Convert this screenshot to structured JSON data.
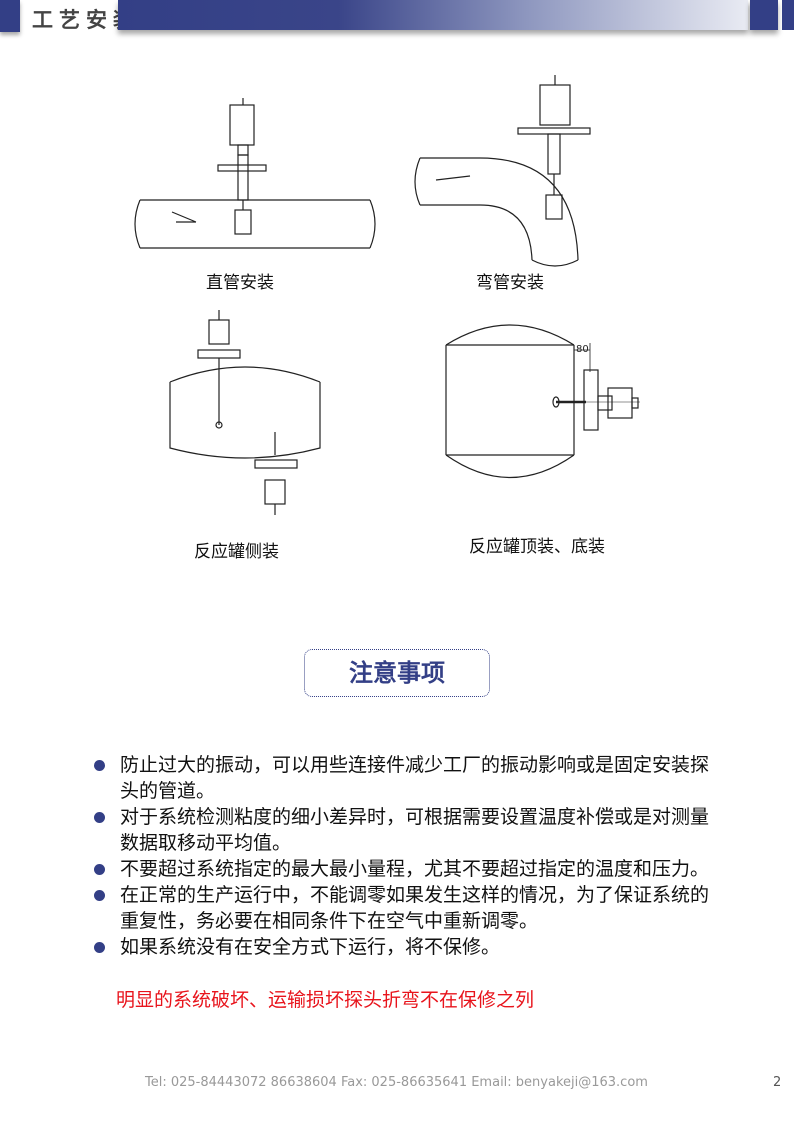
{
  "header": {
    "title": "工艺安装"
  },
  "figures": [
    {
      "caption": "直管安装"
    },
    {
      "caption": "弯管安装"
    },
    {
      "caption": "反应罐侧装"
    },
    {
      "caption": "反应罐顶装、底装",
      "dimension": "80"
    }
  ],
  "notice": {
    "title": "注意事项"
  },
  "items": [
    "防止过大的振动，可以用些连接件减少工厂的振动影响或是固定安装探头的管道。",
    "对于系统检测粘度的细小差异时，可根据需要设置温度补偿或是对测量数据取移动平均值。",
    "不要超过系统指定的最大最小量程，尤其不要超过指定的温度和压力。",
    "在正常的生产运行中，不能调零如果发生这样的情况，为了保证系统的重复性，务必要在相同条件下在空气中重新调零。",
    "如果系统没有在安全方式下运行，将不保修。"
  ],
  "warning": "明显的系统破坏、运输损坏探头折弯不在保修之列",
  "footer": {
    "contact": "Tel: 025-84443072  86638604  Fax: 025-86635641  Email: benyakeji@163.com",
    "page": "2"
  }
}
